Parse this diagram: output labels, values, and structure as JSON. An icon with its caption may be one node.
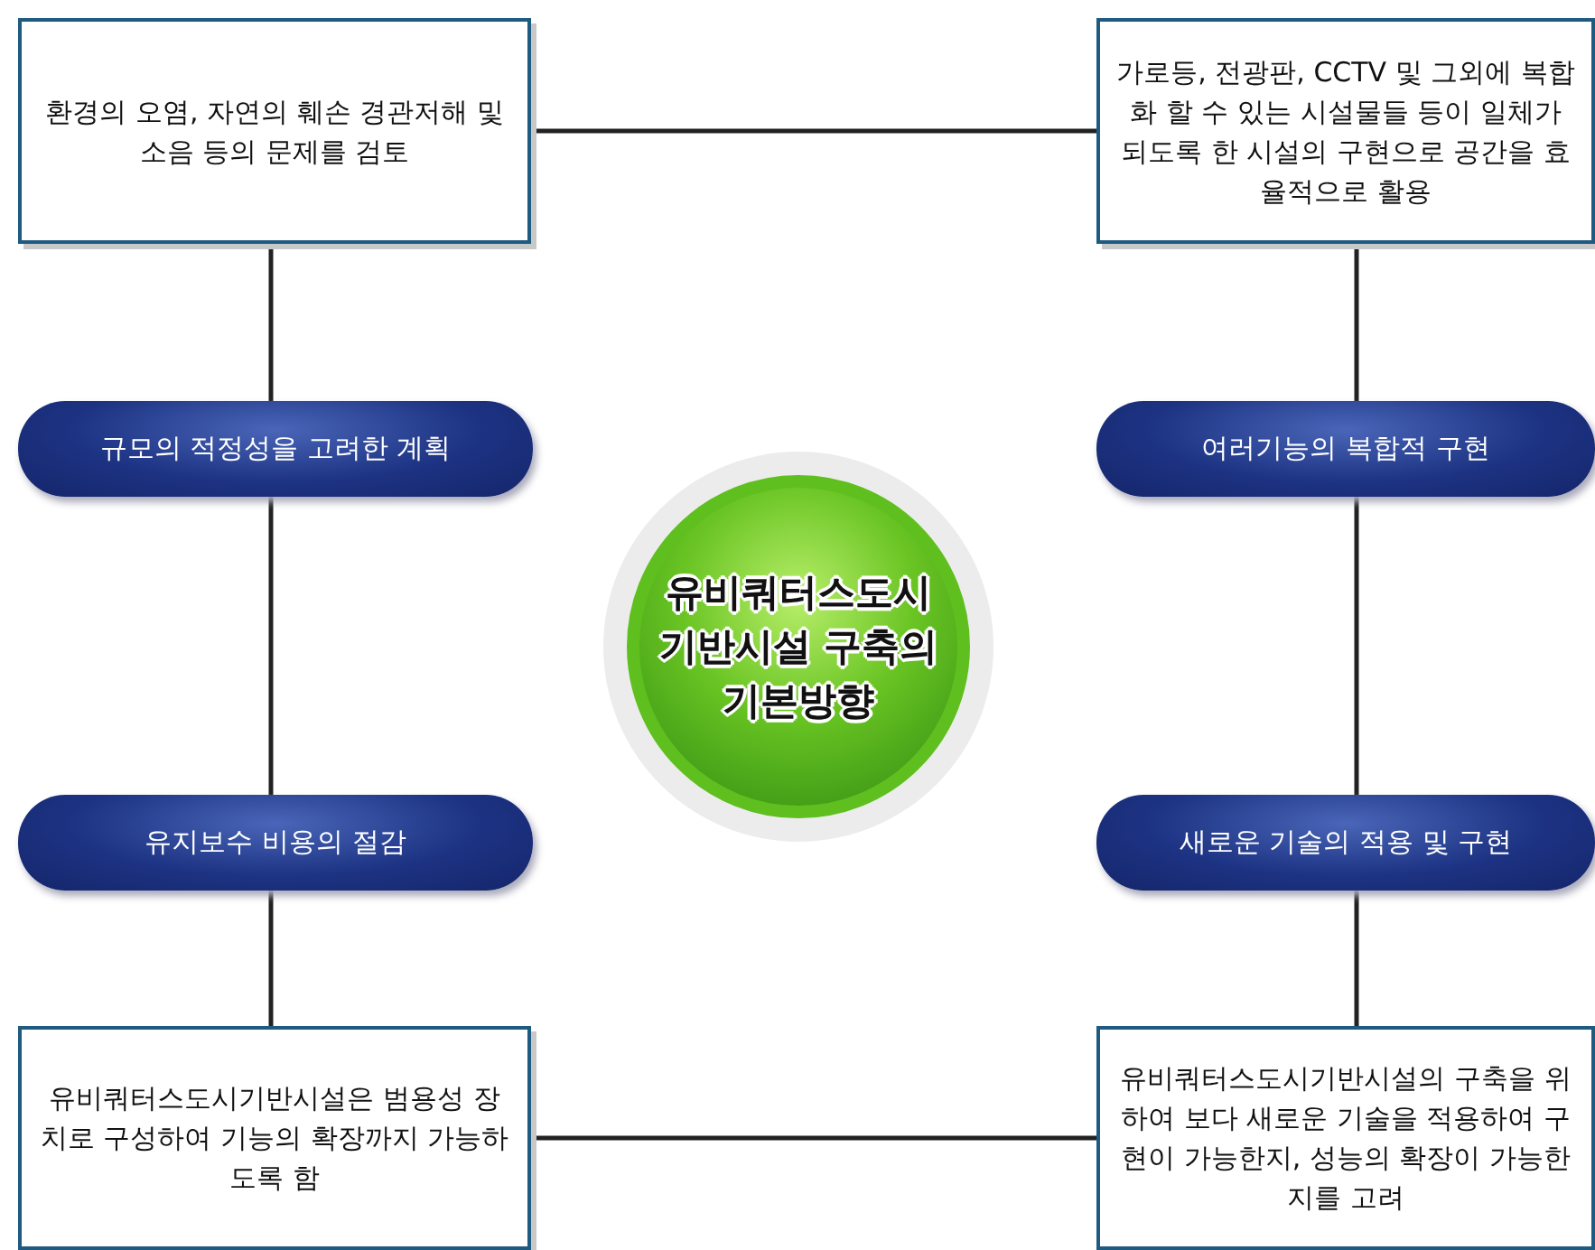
{
  "diagram": {
    "nodes": [
      {
        "text": [
          "환경의 오염, 자연의 훼손 경관저해 및 소음 등의 문제를 검토"
        ]
      },
      {
        "text": [
          "가로등, 전광판, CCTV 및 그외에 복합화 할 수 있는 시설물들 등이 일체가 되도록 한 시설의 구현으로 공간을 효율적으로 활용"
        ]
      },
      {
        "text": [
          "규모의 적정성을 고려한 계획"
        ]
      },
      {
        "text": [
          "여러기능의 복합적 구현"
        ]
      },
      {
        "text": [
          "유비쿼터스도시 기반시설 구축의 기본방향"
        ]
      },
      {
        "text": [
          "유지보수 비용의 절감"
        ]
      },
      {
        "text": [
          "새로운 기술의 적용 및 구현"
        ]
      },
      {
        "text": [
          "유비쿼터스도시기반시설은 범용성 장치로 구성하여 기능의 확장까지 가능하도록 함"
        ]
      },
      {
        "text": [
          "유비쿼터스도시기반시설의 구축을 위하여 보다 새로운 기술을 적용하여 구현이 가능한지, 성능의 확장이 가능한지를 고려"
        ]
      }
    ],
    "edges": [
      {
        "from": 0,
        "to": 1,
        "arrow": "none"
      },
      {
        "from": 0,
        "to": 2,
        "arrow": "none"
      },
      {
        "from": 2,
        "to": 5,
        "arrow": "none"
      },
      {
        "from": 5,
        "to": 7,
        "arrow": "none"
      },
      {
        "from": 1,
        "to": 3,
        "arrow": "none"
      },
      {
        "from": 3,
        "to": 6,
        "arrow": "none"
      },
      {
        "from": 6,
        "to": 8,
        "arrow": "none"
      },
      {
        "from": 7,
        "to": 8,
        "arrow": "none"
      }
    ]
  }
}
